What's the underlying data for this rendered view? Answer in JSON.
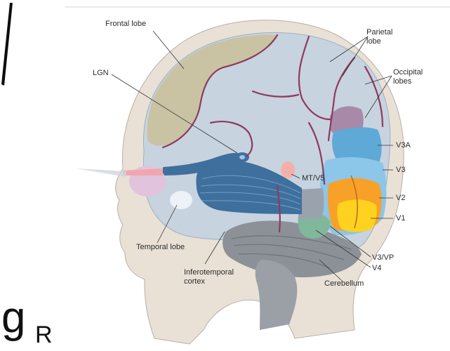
{
  "math_label": {
    "main": "g",
    "subscript": "R"
  },
  "labels": {
    "frontal_lobe": "Frontal lobe",
    "parietal_lobe": "Parietal\nlobe",
    "occipital_lobes": "Occipital\nlobes",
    "lgn": "LGN",
    "v3a": "V3A",
    "v3": "V3",
    "mt_v5": "MT/V5",
    "v2": "V2",
    "v1": "V1",
    "temporal_lobe": "Temporal lobe",
    "v3_vp": "V3/VP",
    "v4": "V4",
    "inferotemporal_cortex": "Inferotemporal\ncortex",
    "cerebellum": "Cerebellum"
  },
  "colors": {
    "head_skin": "#e9e1d6",
    "head_outline": "#b9afa4",
    "brain": "#c7d3df",
    "frontal": "#c9c3a4",
    "vessel": "#8e3a5c",
    "optic_radiation": "#3f6f9c",
    "v1": "#ffd21f",
    "v2": "#f7a128",
    "v3": "#8cc6e8",
    "v3a": "#5ea9d6",
    "occipital_purple": "#a88aa8",
    "v4": "#7fb89a",
    "mt": "#f4b0a8",
    "eye": "#e2c3de",
    "cerebellum": "#8c9198"
  }
}
